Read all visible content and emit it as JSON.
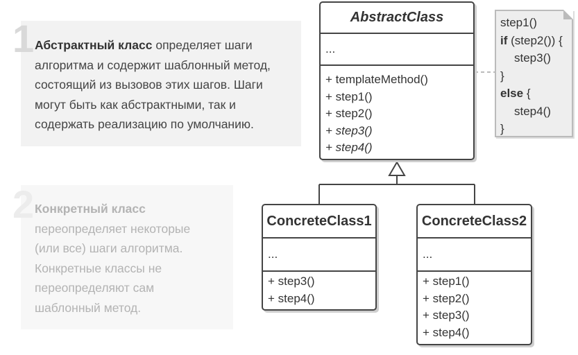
{
  "steps": [
    {
      "number": "1",
      "bold": "Абстрактный класс",
      "text": " определяет шаги алгоритма и содержит шаблонный метод, состоящий из вызовов этих шагов. Шаги могут быть как абстрактными, так и содержать реализацию по умолчанию."
    },
    {
      "number": "2",
      "bold": "Конкретный класс",
      "text": " переопределяет некоторые (или все) шаги алгоритма. Конкретные классы не переопределяют сам шаблонный метод."
    }
  ],
  "abstract_class": {
    "name": "AbstractClass",
    "fields": "...",
    "methods": [
      "+ templateMethod()",
      "+ step1()",
      "+ step2()",
      "+ step3()",
      "+ step4()"
    ],
    "abstract_methods": [
      "+ step3()",
      "+ step4()"
    ]
  },
  "concrete_class_1": {
    "name": "ConcreteClass1",
    "fields": "...",
    "methods": [
      "+ step3()",
      "+ step4()"
    ]
  },
  "concrete_class_2": {
    "name": "ConcreteClass2",
    "fields": "...",
    "methods": [
      "+ step1()",
      "+ step2()",
      "+ step3()",
      "+ step4()"
    ]
  },
  "note": {
    "l1": "step1()",
    "l2_kw": "if",
    "l2_rest": " (step2()) {",
    "l3": "step3()",
    "l4": "}",
    "l5_kw": "else",
    "l5_rest": " {",
    "l6": "step4()",
    "l7": "}"
  }
}
